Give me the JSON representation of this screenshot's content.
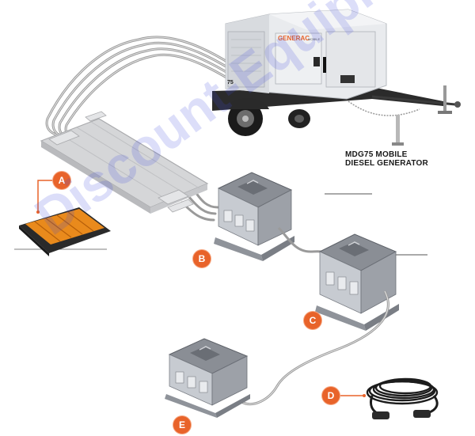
{
  "product": {
    "brand": "GENERAC",
    "brand_sub": "MOBILE",
    "model_badge": "75",
    "caption_line1": "MDG75 MOBILE",
    "caption_line2": "DIESEL GENERATOR"
  },
  "callouts": {
    "a": "A",
    "b": "B",
    "c": "C",
    "d": "D",
    "e": "E"
  },
  "watermark": "Discount-Equipment.com",
  "colors": {
    "accent": "#e8632a",
    "ramp_orange": "#e98a1c",
    "cable": "#8a8a8a",
    "box_gray": "#7c8088",
    "generator_body": "#e9ebee"
  }
}
